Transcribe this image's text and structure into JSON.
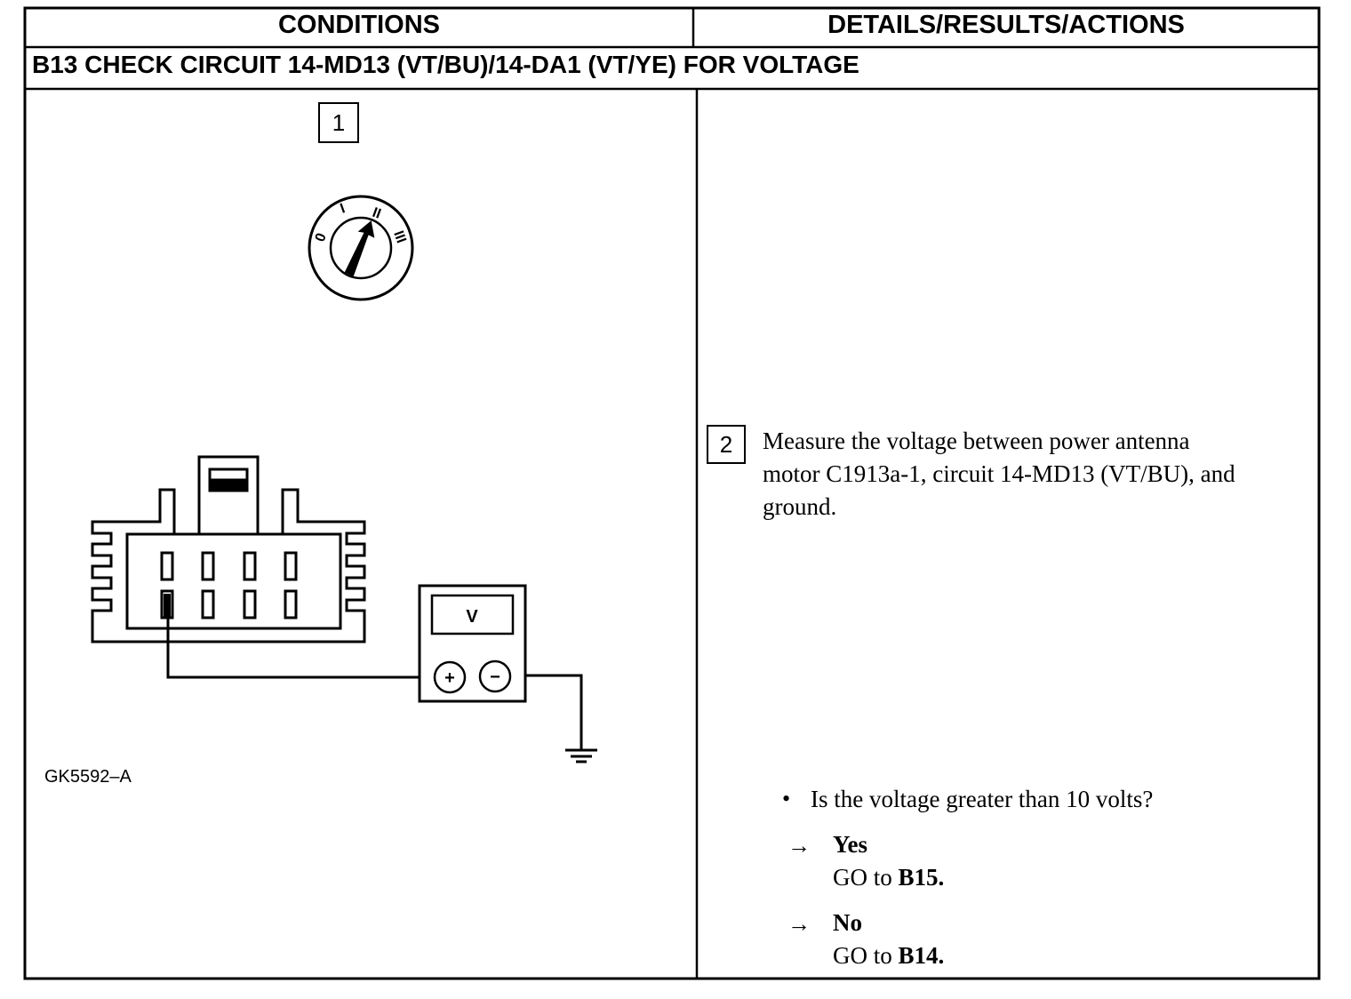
{
  "header": {
    "conditions_label": "CONDITIONS",
    "details_label": "DETAILS/RESULTS/ACTIONS"
  },
  "step_title": "B13 CHECK CIRCUIT 14-MD13 (VT/BU)/14-DA1 (VT/YE) FOR VOLTAGE",
  "illustration": {
    "step_number": "1",
    "ignition_positions": [
      "0",
      "I",
      "II",
      "III"
    ],
    "meter_label": "V",
    "plus_label": "+",
    "minus_label": "−",
    "figure_id": "GK5592–A"
  },
  "details": {
    "step_number": "2",
    "instruction_lines": [
      "Measure the voltage between power antenna",
      "motor C1913a-1, circuit 14-MD13 (VT/BU), and",
      "ground."
    ],
    "question": "Is the voltage greater than 10 volts?",
    "bullet": "•",
    "arrow": "→",
    "yes": {
      "label": "Yes",
      "action_prefix": "GO to ",
      "target": "B15."
    },
    "no": {
      "label": "No",
      "action_prefix": "GO to ",
      "target": "B14."
    }
  }
}
